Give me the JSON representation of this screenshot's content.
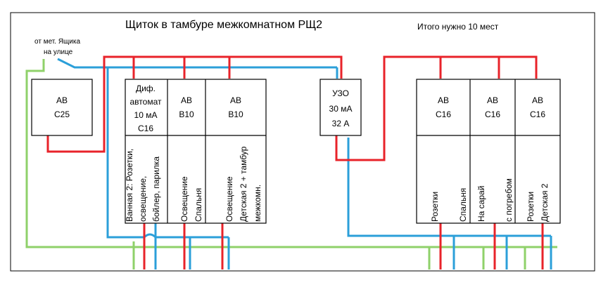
{
  "title": "Щиток в  тамбуре межкомнатном РЩ2",
  "total_note": "Итого нужно 10 мест",
  "source_label": [
    "от мет. Ящика",
    "на улице"
  ],
  "main_breaker": {
    "line1": "АВ",
    "line2": "С25"
  },
  "dif_breaker": {
    "lines": [
      "Диф.",
      "автомат",
      "10 мА",
      "С16"
    ]
  },
  "breaker_b10_a": {
    "line1": "АВ",
    "line2": "В10"
  },
  "breaker_b10_b": {
    "line1": "АВ",
    "line2": "В10"
  },
  "uzo": {
    "lines": [
      "УЗО",
      "30 мА",
      "32 А"
    ]
  },
  "breaker_c16_a": {
    "line1": "АВ",
    "line2": "С16"
  },
  "breaker_c16_b": {
    "line1": "АВ",
    "line2": "С16"
  },
  "breaker_c16_c": {
    "line1": "АВ",
    "line2": "С16"
  },
  "circuits": {
    "bath": [
      "Ванная 2: Розетки,",
      "освещение,",
      "бойлер, парилка"
    ],
    "lighting_bedroom": [
      "Освещение",
      "Спальня"
    ],
    "lighting_kids": [
      "Освещение",
      "Детская 2 + тамбур",
      "межкомн."
    ],
    "sockets_bedroom": [
      "Розетки",
      "Спальня"
    ],
    "barn": [
      "На сарай",
      "с погребом"
    ],
    "sockets_kids": [
      "Розетки",
      "Детская 2"
    ]
  },
  "colors": {
    "phase": "#e8232a",
    "neutral": "#2b9fd9",
    "earth": "#8fd16a"
  }
}
